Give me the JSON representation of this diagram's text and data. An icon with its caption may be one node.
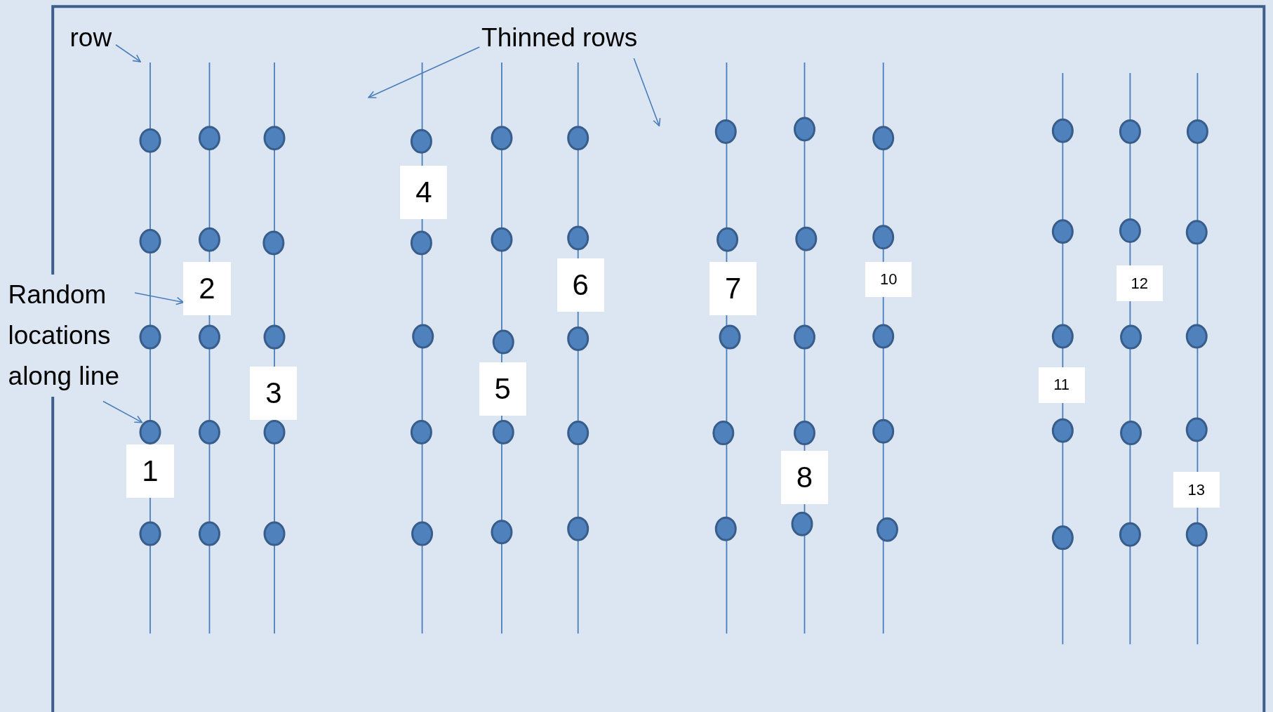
{
  "diagram": {
    "nodes": [
      {
        "text": [
          "row"
        ]
      },
      {
        "text": [
          "Thinned rows"
        ]
      },
      {
        "text": [
          "Random locations along line"
        ]
      },
      {
        "text": [
          "1"
        ]
      },
      {
        "text": [
          "2"
        ]
      },
      {
        "text": [
          "3"
        ]
      },
      {
        "text": [
          "4"
        ]
      },
      {
        "text": [
          "5"
        ]
      },
      {
        "text": [
          "6"
        ]
      },
      {
        "text": [
          "7"
        ]
      },
      {
        "text": [
          "8"
        ]
      },
      {
        "text": [
          "10"
        ]
      },
      {
        "text": [
          "11"
        ]
      },
      {
        "text": [
          "12"
        ]
      },
      {
        "text": [
          "13"
        ]
      },
      {
        "text": [],
        "shape": "circle"
      },
      {
        "text": [],
        "shape": "circle"
      },
      {
        "text": [],
        "shape": "circle"
      },
      {
        "text": [],
        "shape": "circle"
      },
      {
        "text": [],
        "shape": "circle"
      },
      {
        "text": [],
        "shape": "circle"
      },
      {
        "text": [],
        "shape": "circle"
      },
      {
        "text": [],
        "shape": "circle"
      },
      {
        "text": [],
        "shape": "circle"
      },
      {
        "text": [],
        "shape": "circle"
      },
      {
        "text": [],
        "shape": "circle"
      },
      {
        "text": [],
        "shape": "circle"
      },
      {
        "text": [],
        "shape": "circle"
      },
      {
        "text": [],
        "shape": "circle"
      },
      {
        "text": [],
        "shape": "circle"
      },
      {
        "text": [],
        "shape": "circle"
      },
      {
        "text": [],
        "shape": "circle"
      },
      {
        "text": [],
        "shape": "circle"
      },
      {
        "text": [],
        "shape": "circle"
      },
      {
        "text": [],
        "shape": "circle"
      },
      {
        "text": [],
        "shape": "circle"
      },
      {
        "text": [],
        "shape": "circle"
      },
      {
        "text": [],
        "shape": "circle"
      },
      {
        "text": [],
        "shape": "circle"
      },
      {
        "text": [],
        "shape": "circle"
      },
      {
        "text": [],
        "shape": "circle"
      },
      {
        "text": [],
        "shape": "circle"
      },
      {
        "text": [],
        "shape": "circle"
      },
      {
        "text": [],
        "shape": "circle"
      },
      {
        "text": [],
        "shape": "circle"
      },
      {
        "text": [],
        "shape": "circle"
      },
      {
        "text": [],
        "shape": "circle"
      },
      {
        "text": [],
        "shape": "circle"
      },
      {
        "text": [],
        "shape": "circle"
      },
      {
        "text": [],
        "shape": "circle"
      },
      {
        "text": [],
        "shape": "circle"
      },
      {
        "text": [],
        "shape": "circle"
      },
      {
        "text": [],
        "shape": "circle"
      },
      {
        "text": [],
        "shape": "circle"
      },
      {
        "text": [],
        "shape": "circle"
      },
      {
        "text": [],
        "shape": "circle"
      },
      {
        "text": [],
        "shape": "circle"
      },
      {
        "text": [],
        "shape": "circle"
      },
      {
        "text": [],
        "shape": "circle"
      },
      {
        "text": [],
        "shape": "circle"
      },
      {
        "text": [],
        "shape": "circle"
      },
      {
        "text": [],
        "shape": "circle"
      },
      {
        "text": [],
        "shape": "circle"
      },
      {
        "text": [],
        "shape": "circle"
      },
      {
        "text": [],
        "shape": "circle"
      },
      {
        "text": [],
        "shape": "circle"
      },
      {
        "text": [],
        "shape": "circle"
      },
      {
        "text": [],
        "shape": "circle"
      },
      {
        "text": [],
        "shape": "circle"
      },
      {
        "text": [],
        "shape": "circle"
      },
      {
        "text": [],
        "shape": "circle"
      },
      {
        "text": [],
        "shape": "circle"
      },
      {
        "text": [],
        "shape": "circle"
      },
      {
        "text": [],
        "shape": "circle"
      },
      {
        "text": [],
        "shape": "circle"
      }
    ],
    "edges": [
      {
        "from": 0,
        "to": null,
        "arrow": "to"
      },
      {
        "from": 1,
        "to": null,
        "arrow": "to"
      },
      {
        "from": 1,
        "to": null,
        "arrow": "to"
      },
      {
        "from": 2,
        "to": 4,
        "arrow": "to"
      },
      {
        "from": 2,
        "to": 51,
        "arrow": "to"
      }
    ]
  }
}
